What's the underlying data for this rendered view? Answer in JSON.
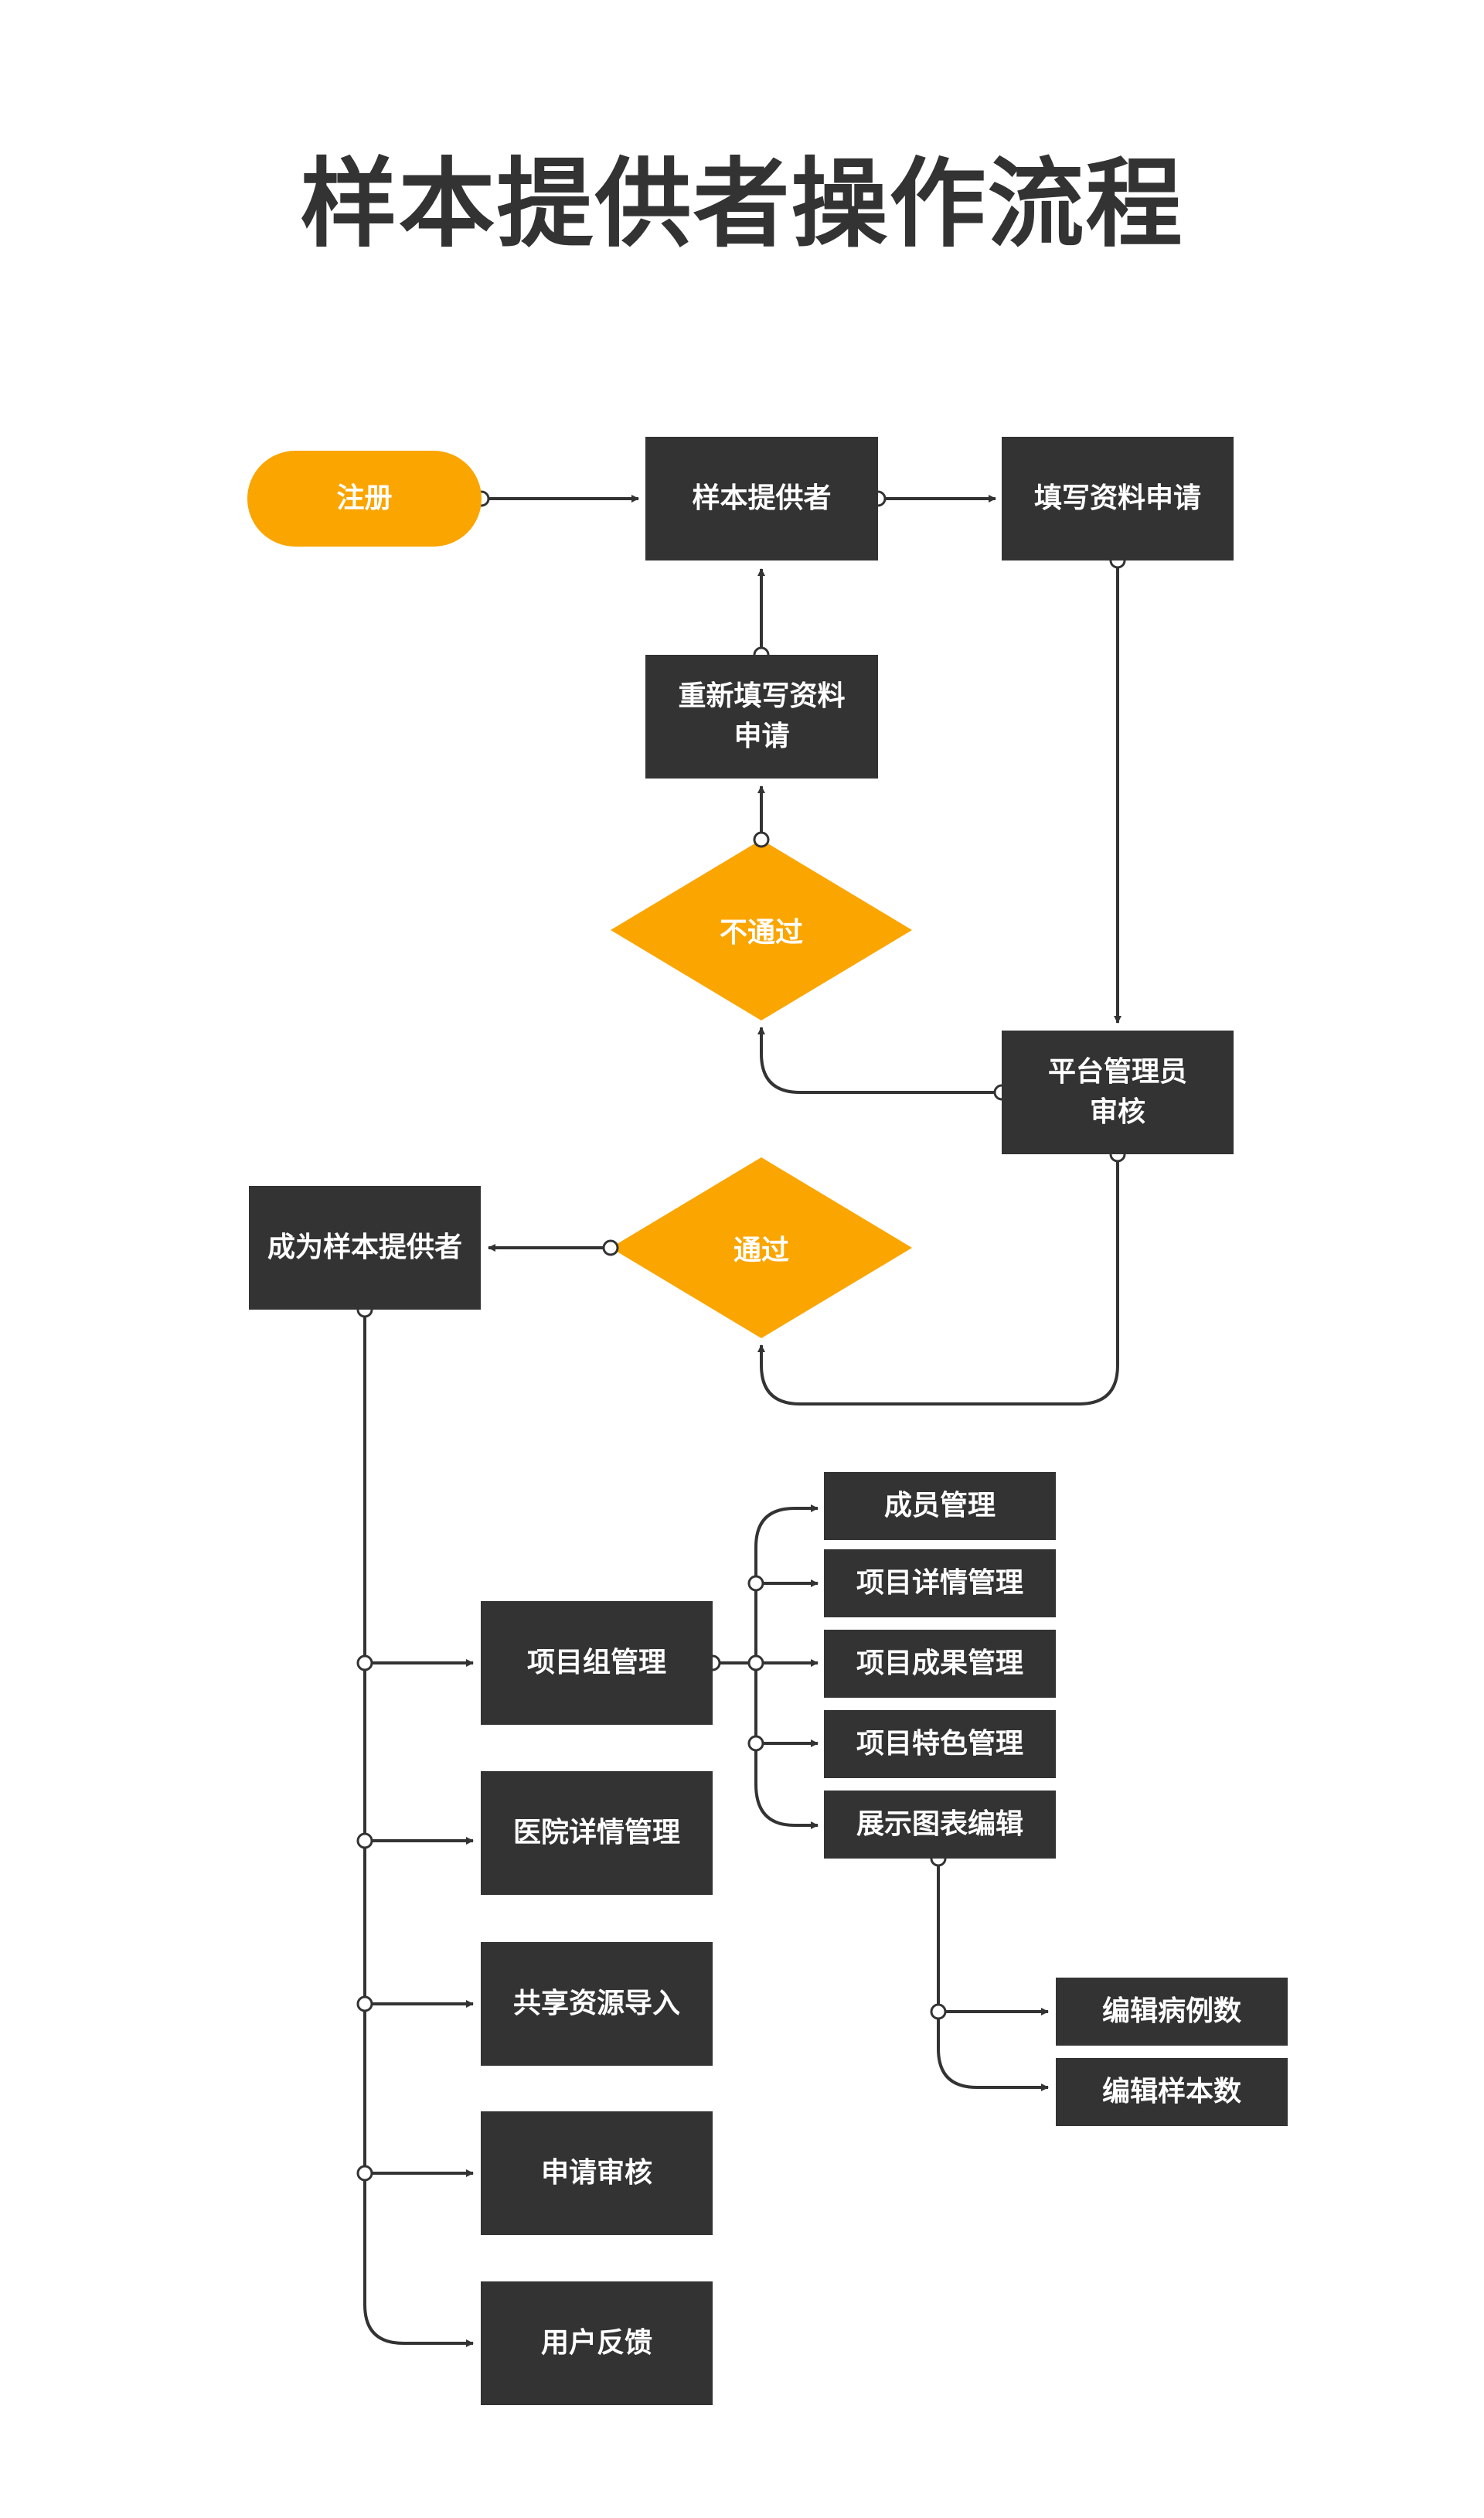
{
  "title": "样本提供者操作流程",
  "colors": {
    "dark": "#333333",
    "accent": "#fba500",
    "line": "#333333",
    "background": "#ffffff"
  },
  "nodes": {
    "register": "注册",
    "sample_provider": "样本提供者",
    "fill_application": "填写资料申请",
    "refill_application": "重新填写资料申请",
    "not_passed": "不通过",
    "admin_review": "平台管理员审核",
    "passed": "通过",
    "become_provider": "成为样本提供者",
    "project_group_mgmt": "项目组管理",
    "member_mgmt": "成员管理",
    "project_detail_mgmt": "项目详情管理",
    "project_result_mgmt": "项目成果管理",
    "project_feature_mgmt": "项目特色管理",
    "chart_edit": "展示图表编辑",
    "edit_case_count": "编辑病例数",
    "edit_sample_count": "编辑样本数",
    "hospital_detail_mgmt": "医院详情管理",
    "shared_resource_import": "共享资源导入",
    "apply_review": "申请审核",
    "user_feedback": "用户反馈"
  }
}
